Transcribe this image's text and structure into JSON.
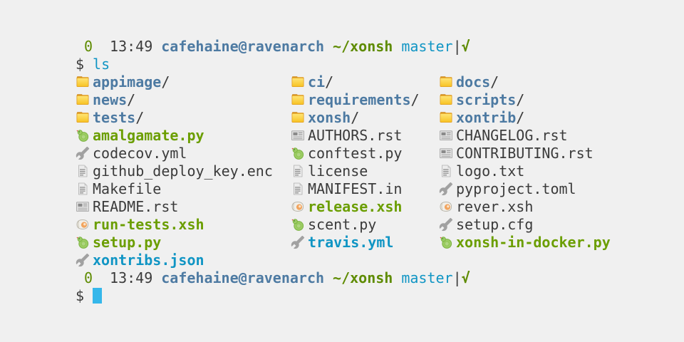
{
  "terminal": {
    "colors": {
      "background": "#f0f0f0",
      "foreground": "#3b3b3b",
      "dir": "#4d7aa2",
      "exec": "#6b9e00",
      "conf": "#1095c4",
      "plain": "#3b3b3b",
      "prompt_green": "#5e8b00",
      "cyan": "#1095c4",
      "cursor": "#35b7ea"
    },
    "prompt": {
      "exit_status": "0",
      "time": "13:49",
      "user_host": "cafehaine@ravenarch",
      "cwd": "~/xonsh",
      "git_branch": "master",
      "git_separator": "|",
      "git_clean_mark": "√"
    },
    "command": {
      "prompt_symbol": "$",
      "text": "ls"
    },
    "listing": {
      "rows": [
        [
          {
            "icon": "folder",
            "name": "appimage",
            "suffix": "/",
            "style": "dir"
          },
          {
            "icon": "folder",
            "name": "ci",
            "suffix": "/",
            "style": "dir"
          },
          {
            "icon": "folder",
            "name": "docs",
            "suffix": "/",
            "style": "dir"
          }
        ],
        [
          {
            "icon": "folder",
            "name": "news",
            "suffix": "/",
            "style": "dir"
          },
          {
            "icon": "folder",
            "name": "requirements",
            "suffix": "/",
            "style": "dir"
          },
          {
            "icon": "folder",
            "name": "scripts",
            "suffix": "/",
            "style": "dir"
          }
        ],
        [
          {
            "icon": "folder",
            "name": "tests",
            "suffix": "/",
            "style": "dir"
          },
          {
            "icon": "folder",
            "name": "xonsh",
            "suffix": "/",
            "style": "dir"
          },
          {
            "icon": "folder",
            "name": "xontrib",
            "suffix": "/",
            "style": "dir"
          }
        ],
        [
          {
            "icon": "python",
            "name": "amalgamate.py",
            "style": "exec"
          },
          {
            "icon": "newspaper",
            "name": "AUTHORS.rst",
            "style": "plain"
          },
          {
            "icon": "newspaper",
            "name": "CHANGELOG.rst",
            "style": "plain"
          }
        ],
        [
          {
            "icon": "wrench",
            "name": "codecov.yml",
            "style": "plain"
          },
          {
            "icon": "python",
            "name": "conftest.py",
            "style": "plain"
          },
          {
            "icon": "newspaper",
            "name": "CONTRIBUTING.rst",
            "style": "plain"
          }
        ],
        [
          {
            "icon": "document",
            "name": "github_deploy_key.enc",
            "style": "plain"
          },
          {
            "icon": "document",
            "name": "license",
            "style": "plain"
          },
          {
            "icon": "document",
            "name": "logo.txt",
            "style": "plain"
          }
        ],
        [
          {
            "icon": "document",
            "name": "Makefile",
            "style": "plain"
          },
          {
            "icon": "document",
            "name": "MANIFEST.in",
            "style": "plain"
          },
          {
            "icon": "wrench",
            "name": "pyproject.toml",
            "style": "plain"
          }
        ],
        [
          {
            "icon": "newspaper",
            "name": "README.rst",
            "style": "plain"
          },
          {
            "icon": "shell",
            "name": "release.xsh",
            "style": "exec"
          },
          {
            "icon": "shell",
            "name": "rever.xsh",
            "style": "plain"
          }
        ],
        [
          {
            "icon": "shell",
            "name": "run-tests.xsh",
            "style": "exec"
          },
          {
            "icon": "python",
            "name": "scent.py",
            "style": "plain"
          },
          {
            "icon": "wrench",
            "name": "setup.cfg",
            "style": "plain"
          }
        ],
        [
          {
            "icon": "python",
            "name": "setup.py",
            "style": "exec"
          },
          {
            "icon": "wrench",
            "name": "travis.yml",
            "style": "conf"
          },
          {
            "icon": "python",
            "name": "xonsh-in-docker.py",
            "style": "exec"
          }
        ],
        [
          {
            "icon": "wrench",
            "name": "xontribs.json",
            "style": "conf"
          }
        ]
      ]
    }
  }
}
